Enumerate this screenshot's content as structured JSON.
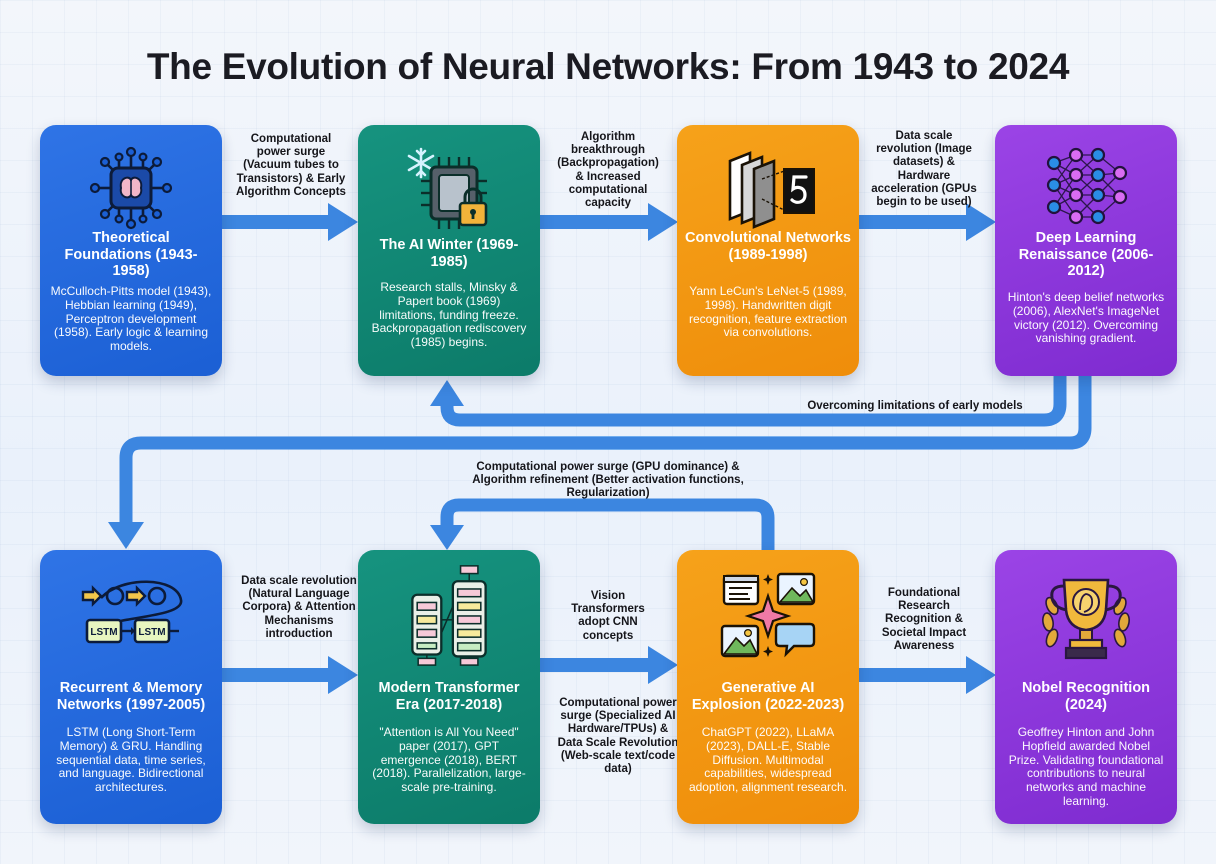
{
  "title": "The Evolution of Neural Networks: From 1943 to 2024",
  "colors": {
    "blue": "#1f63da",
    "teal": "#10846f",
    "orange": "#f4981a",
    "purple": "#8a35dc",
    "arrow": "#3c86e0"
  },
  "stages": [
    {
      "title": "Theoretical Foundations (1943-1958)",
      "desc": "McCulloch-Pitts model (1943), Hebbian learning (1949), Perceptron development (1958). Early logic & learning models.",
      "icon": "brain-chip-icon"
    },
    {
      "title": "The AI Winter (1969-1985)",
      "desc": "Research stalls, Minsky & Papert book (1969) limitations, funding freeze. Backpropagation rediscovery (1985) begins.",
      "icon": "frozen-locked-chip-icon"
    },
    {
      "title": "Convolutional Networks (1989-1998)",
      "desc": "Yann LeCun's LeNet-5 (1989, 1998). Handwritten digit recognition, feature extraction via convolutions.",
      "icon": "convolution-layers-icon"
    },
    {
      "title": "Deep Learning Renaissance (2006-2012)",
      "desc": "Hinton's deep belief networks (2006), AlexNet's ImageNet victory (2012). Overcoming vanishing gradient.",
      "icon": "neural-network-icon"
    },
    {
      "title": "Recurrent & Memory Networks (1997-2005)",
      "desc": "LSTM (Long Short-Term Memory) & GRU. Handling sequential data, time series, and language. Bidirectional architectures.",
      "icon": "lstm-cells-icon"
    },
    {
      "title": "Modern Transformer Era (2017-2018)",
      "desc": "\"Attention is All You Need\" paper (2017), GPT emergence (2018), BERT (2018). Parallelization, large-scale pre-training.",
      "icon": "transformer-architecture-icon"
    },
    {
      "title": "Generative AI Explosion (2022-2023)",
      "desc": "ChatGPT (2022), LLaMA (2023), DALL-E, Stable Diffusion. Multimodal capabilities, widespread adoption, alignment research.",
      "icon": "generative-media-icon"
    },
    {
      "title": "Nobel Recognition (2024)",
      "desc": "Geoffrey Hinton and John Hopfield awarded Nobel Prize. Validating foundational contributions to neural networks and machine learning.",
      "icon": "trophy-icon"
    }
  ],
  "transitions": [
    {
      "text": "Computational power surge (Vacuum tubes to Transistors) & Early Algorithm Concepts"
    },
    {
      "text": "Algorithm breakthrough (Backpropagation) & Increased computational capacity"
    },
    {
      "text": "Data scale revolution (Image datasets) & Hardware acceleration (GPUs begin to be used)"
    },
    {
      "text": "Overcoming limitations of early models"
    },
    {
      "text": "Computational power surge (GPU dominance) & Algorithm refinement (Better activation functions, Regularization)"
    },
    {
      "text": "Data scale revolution (Natural Language Corpora) & Attention Mechanisms introduction"
    },
    {
      "text": "Vision Transformers adopt CNN concepts"
    },
    {
      "text": "Computational power surge (Specialized AI Hardware/TPUs) & Data Scale Revolution (Web-scale text/code data)"
    },
    {
      "text": "Foundational Research Recognition & Societal Impact Awareness"
    }
  ]
}
